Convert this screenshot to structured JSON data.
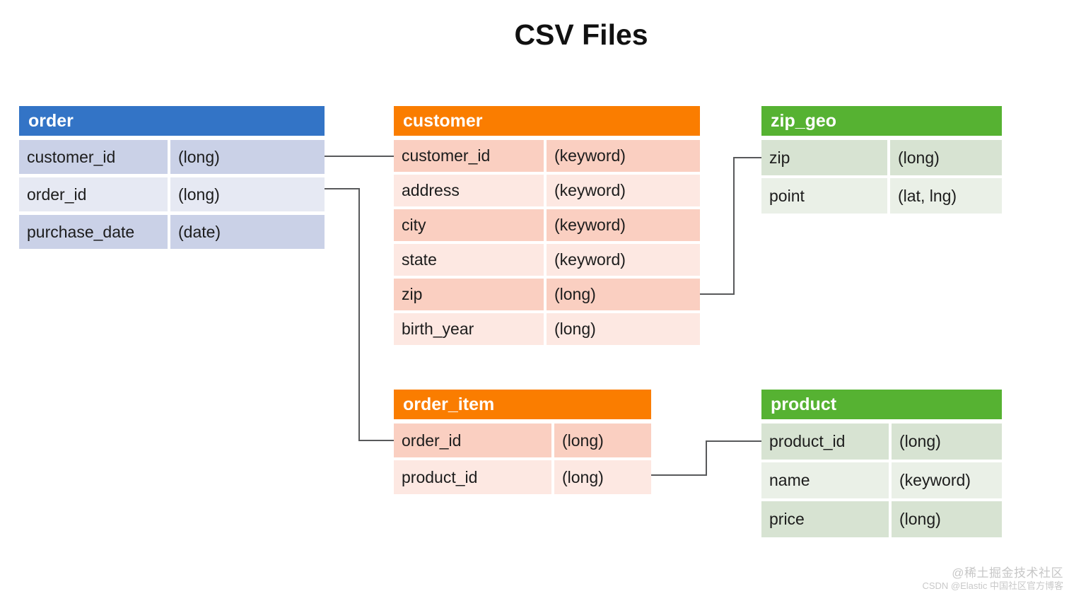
{
  "title": "CSV Files",
  "tables": [
    {
      "name": "order",
      "theme": "blue",
      "rows": [
        [
          "customer_id",
          "(long)"
        ],
        [
          "order_id",
          "(long)"
        ],
        [
          "purchase_date",
          "(date)"
        ]
      ]
    },
    {
      "name": "customer",
      "theme": "orange",
      "rows": [
        [
          "customer_id",
          "(keyword)"
        ],
        [
          "address",
          "(keyword)"
        ],
        [
          "city",
          "(keyword)"
        ],
        [
          "state",
          "(keyword)"
        ],
        [
          "zip",
          "(long)"
        ],
        [
          "birth_year",
          "(long)"
        ]
      ]
    },
    {
      "name": "zip_geo",
      "theme": "green",
      "rows": [
        [
          "zip",
          "(long)"
        ],
        [
          "point",
          "(lat, lng)"
        ]
      ]
    },
    {
      "name": "order_item",
      "theme": "orange",
      "rows": [
        [
          "order_id",
          "(long)"
        ],
        [
          "product_id",
          "(long)"
        ]
      ]
    },
    {
      "name": "product",
      "theme": "green",
      "rows": [
        [
          "product_id",
          "(long)"
        ],
        [
          "name",
          "(keyword)"
        ],
        [
          "price",
          "(long)"
        ]
      ]
    }
  ],
  "relationships": [
    {
      "from": "order.customer_id",
      "to": "customer.customer_id"
    },
    {
      "from": "order.order_id",
      "to": "order_item.order_id"
    },
    {
      "from": "customer.zip",
      "to": "zip_geo.zip"
    },
    {
      "from": "order_item.product_id",
      "to": "product.product_id"
    }
  ],
  "colors": {
    "blue_header": "#3374C6",
    "orange_header": "#FA7D00",
    "green_header": "#56B232",
    "connector": "#58595B"
  },
  "watermark": {
    "line1": "@稀土掘金技术社区",
    "line2": "CSDN @Elastic 中国社区官方博客"
  }
}
